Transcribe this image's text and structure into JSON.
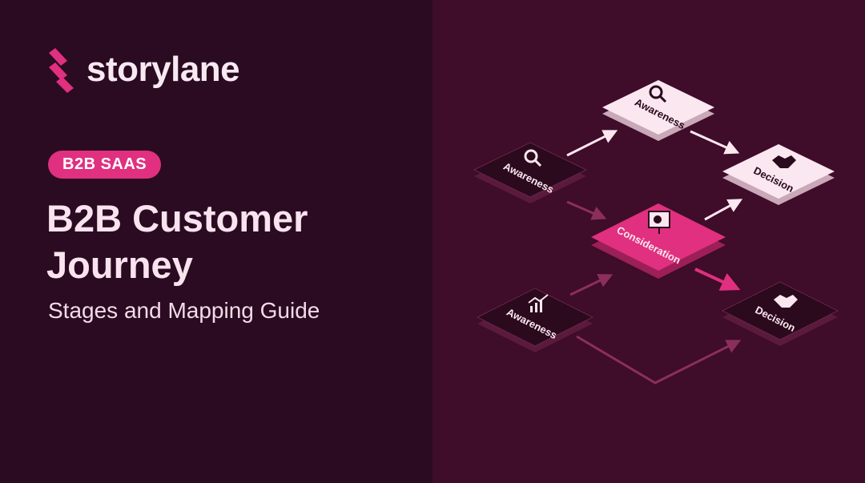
{
  "brand": {
    "name": "storylane"
  },
  "badge": {
    "label": "B2B SAAS"
  },
  "title": {
    "line1": "B2B Customer",
    "line2": "Journey"
  },
  "subtitle": "Stages and Mapping Guide",
  "diagram": {
    "nodes": {
      "awareness_top": "Awareness",
      "awareness_left": "Awareness",
      "consideration": "Consideration",
      "decision_top": "Decision",
      "awareness_bottom": "Awareness",
      "decision_bottom": "Decision"
    },
    "icons": {
      "awareness_top": "magnifier-icon",
      "awareness_left": "magnifier-icon",
      "consideration": "presentation-chart-icon",
      "decision_top": "handshake-icon",
      "awareness_bottom": "growth-chart-icon",
      "decision_bottom": "handshake-icon"
    }
  },
  "colors": {
    "bg_left": "#2b0b21",
    "bg_right": "#3f0c2a",
    "accent": "#e0307f",
    "text_light": "#f8e3ee",
    "tile_light": "#fbe7f0",
    "tile_dark": "#2a0a1c"
  }
}
